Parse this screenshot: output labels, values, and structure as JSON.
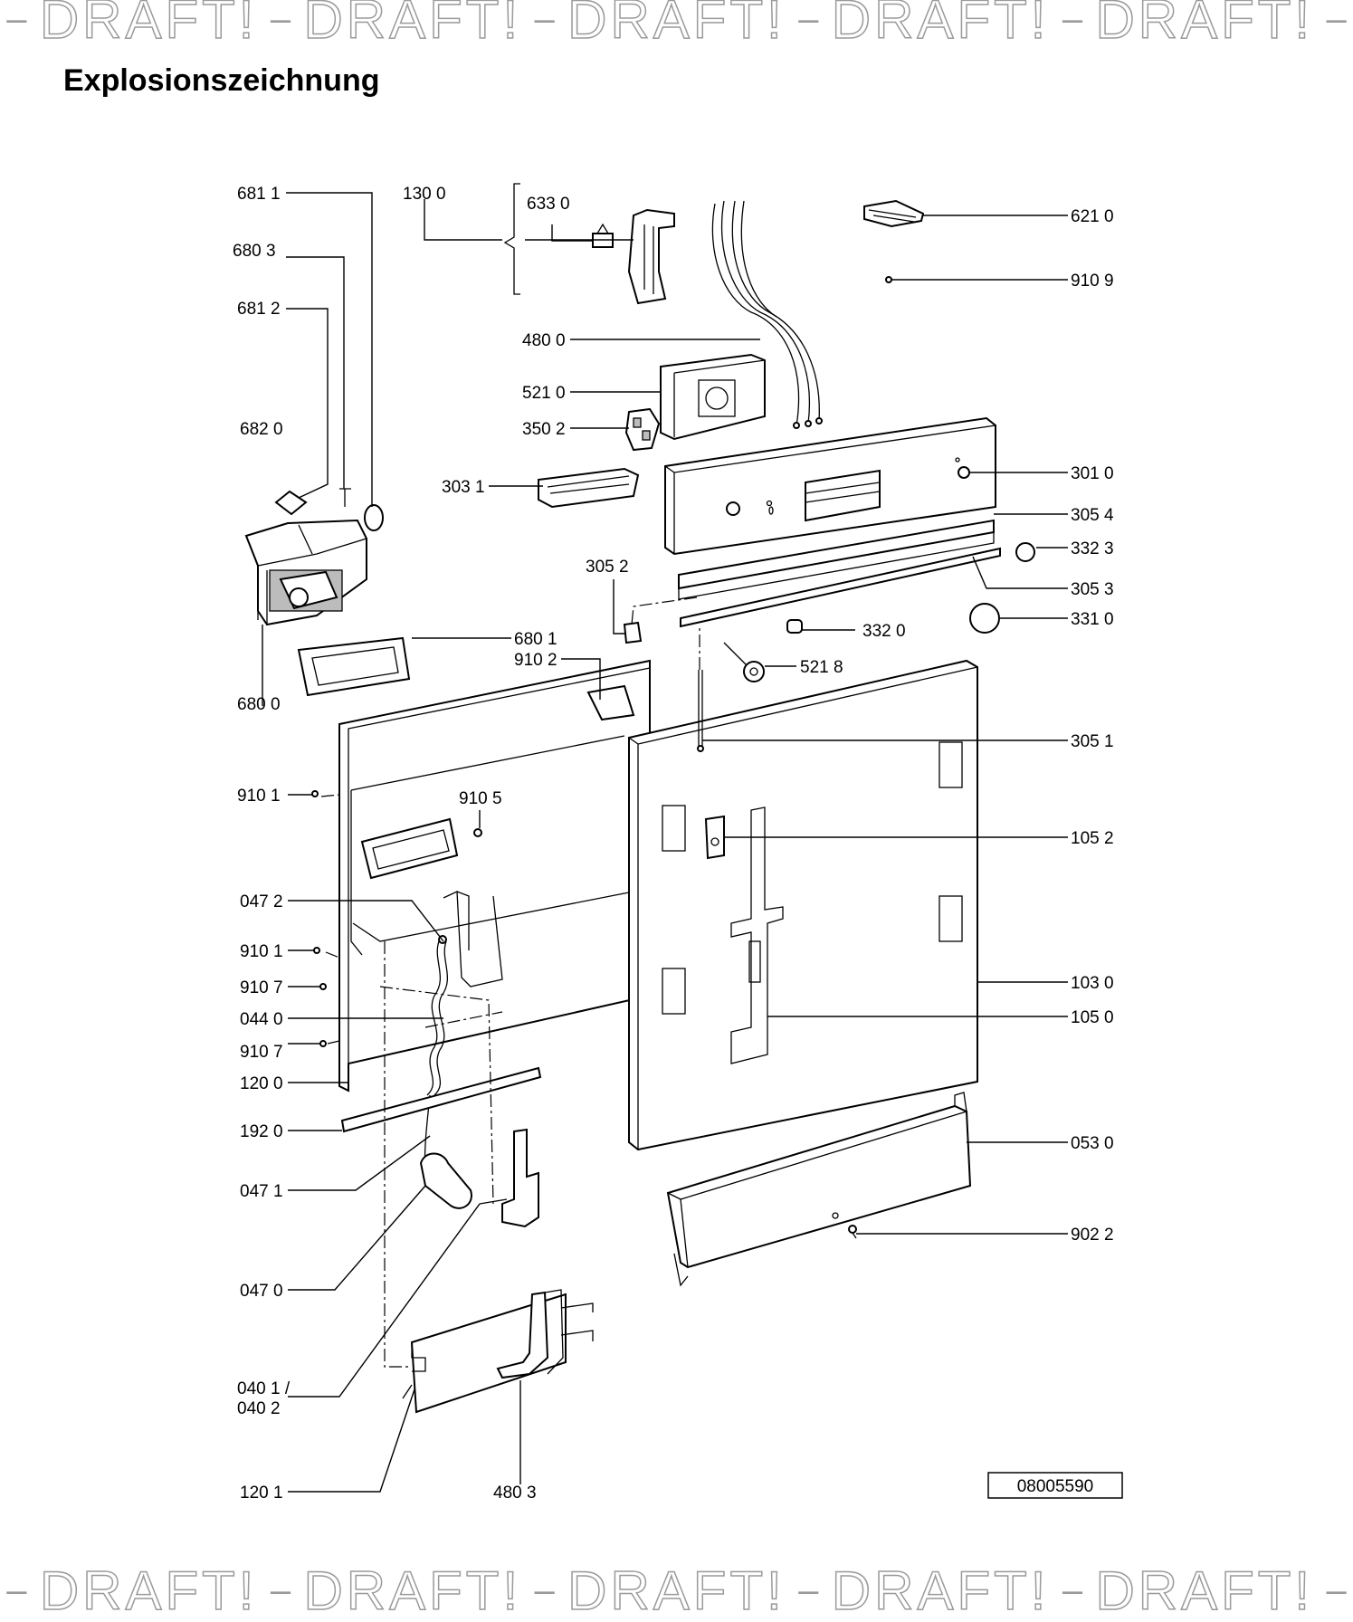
{
  "watermark": {
    "text": "DRAFT!",
    "separator": "–"
  },
  "title": "Explosionszeichnung",
  "doc_number": "08005590",
  "labels": {
    "l6811": "681 1",
    "l6803": "680 3",
    "l6812": "681 2",
    "l6820": "682 0",
    "l6800": "680 0",
    "l1300": "130 0",
    "l6330": "633 0",
    "l6210": "621 0",
    "l9109": "910 9",
    "l4800": "480 0",
    "l5210": "521 0",
    "l3502": "350 2",
    "l3031": "303 1",
    "l3010": "301 0",
    "l3054": "305 4",
    "l3323": "332 3",
    "l3052": "305 2",
    "l3053": "305 3",
    "l3310": "331 0",
    "l6801": "680 1",
    "l3320": "332 0",
    "l9102": "910 2",
    "l5218": "521 8",
    "l3051": "305 1",
    "l9101a": "910 1",
    "l9105": "910 5",
    "l1052": "105 2",
    "l0472": "047 2",
    "l9101b": "910 1",
    "l9107a": "910 7",
    "l0440": "044 0",
    "l9107b": "910 7",
    "l1200": "120 0",
    "l1030": "103 0",
    "l1050": "105 0",
    "l1920": "192 0",
    "l0530": "053 0",
    "l0471": "047 1",
    "l9022": "902 2",
    "l0470": "047 0",
    "l0401": "040 1 /",
    "l0402": "040 2",
    "l1201": "120 1",
    "l4803": "480 3"
  }
}
